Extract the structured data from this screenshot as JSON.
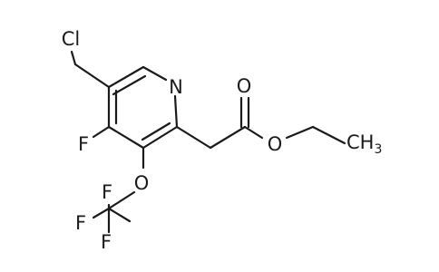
{
  "molecule": {
    "atoms": {
      "cl": "Cl",
      "n": "N",
      "f_ring": "F",
      "o_ether": "O",
      "f_top": "F",
      "f_left": "F",
      "f_bottom": "F",
      "o_carbonyl": "O",
      "o_ester": "O",
      "ch3_c": "CH",
      "ch3_sub": "3"
    }
  },
  "colors": {
    "ink": "#1a1a1a",
    "background": "#ffffff"
  }
}
